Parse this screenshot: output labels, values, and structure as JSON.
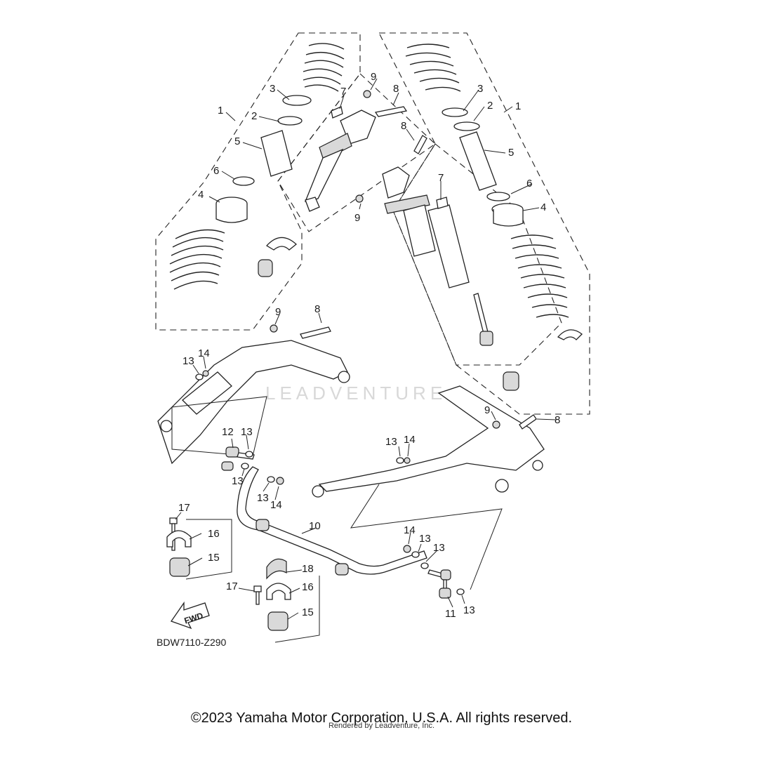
{
  "diagram": {
    "code": "BDW7110-Z290",
    "fwd_label": "FWD",
    "callouts": [
      {
        "id": "l1a",
        "text": "1"
      },
      {
        "id": "l2a",
        "text": "2"
      },
      {
        "id": "l3a",
        "text": "3"
      },
      {
        "id": "l4a",
        "text": "4"
      },
      {
        "id": "l5a",
        "text": "5"
      },
      {
        "id": "l6a",
        "text": "6"
      },
      {
        "id": "l7a",
        "text": "7"
      },
      {
        "id": "l8a",
        "text": "8"
      },
      {
        "id": "l8b",
        "text": "8"
      },
      {
        "id": "l9a",
        "text": "9"
      },
      {
        "id": "l9b",
        "text": "9"
      },
      {
        "id": "l1b",
        "text": "1"
      },
      {
        "id": "l2b",
        "text": "2"
      },
      {
        "id": "l3b",
        "text": "3"
      },
      {
        "id": "l4b",
        "text": "4"
      },
      {
        "id": "l5b",
        "text": "5"
      },
      {
        "id": "l6b",
        "text": "6"
      },
      {
        "id": "l7b",
        "text": "7"
      },
      {
        "id": "l9c",
        "text": "9"
      },
      {
        "id": "l8c",
        "text": "8"
      },
      {
        "id": "l13a",
        "text": "13"
      },
      {
        "id": "l14a",
        "text": "14"
      },
      {
        "id": "l9d",
        "text": "9"
      },
      {
        "id": "l8d",
        "text": "8"
      },
      {
        "id": "l12a",
        "text": "12"
      },
      {
        "id": "l13b",
        "text": "13"
      },
      {
        "id": "l13c",
        "text": "13"
      },
      {
        "id": "l13d",
        "text": "13"
      },
      {
        "id": "l14b",
        "text": "14"
      },
      {
        "id": "l13e",
        "text": "13"
      },
      {
        "id": "l14c",
        "text": "14"
      },
      {
        "id": "l17a",
        "text": "17"
      },
      {
        "id": "l16a",
        "text": "16"
      },
      {
        "id": "l15a",
        "text": "15"
      },
      {
        "id": "l10a",
        "text": "10"
      },
      {
        "id": "l14d",
        "text": "14"
      },
      {
        "id": "l13f",
        "text": "13"
      },
      {
        "id": "l13g",
        "text": "13"
      },
      {
        "id": "l18a",
        "text": "18"
      },
      {
        "id": "l17b",
        "text": "17"
      },
      {
        "id": "l16b",
        "text": "16"
      },
      {
        "id": "l15b",
        "text": "15"
      },
      {
        "id": "l11a",
        "text": "11"
      },
      {
        "id": "l13h",
        "text": "13"
      }
    ]
  },
  "watermark": "LEADVENTURE",
  "footer": {
    "copyright": "©2023 Yamaha Motor Corporation, U.S.A. All rights reserved.",
    "rendered_by": "Rendered by Leadventure, Inc."
  }
}
